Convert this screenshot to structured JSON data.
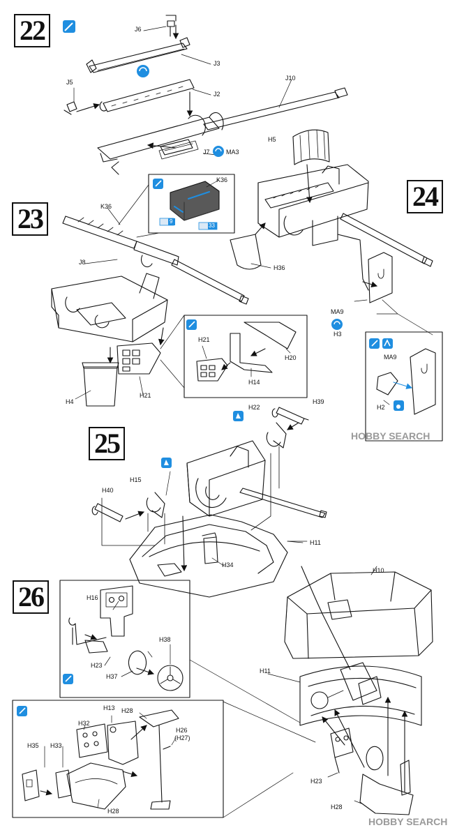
{
  "steps": {
    "s22": "22",
    "s23": "23",
    "s24": "24",
    "s25": "25",
    "s26": "26"
  },
  "labels": {
    "J6": "J6",
    "J3": "J3",
    "J5": "J5",
    "J2": "J2",
    "J10": "J10",
    "J7": "J7",
    "MA3": "MA3",
    "H5": "H5",
    "K36a": "K36",
    "K36b": "K36",
    "J8": "J8",
    "H36": "H36",
    "MA9a": "MA9",
    "H3": "H3",
    "MA9b": "MA9",
    "H2": "H2",
    "H21a": "H21",
    "H20": "H20",
    "H14": "H14",
    "H21b": "H21",
    "H4": "H4",
    "H22": "H22",
    "H39": "H39",
    "H15": "H15",
    "H40": "H40",
    "H34": "H34",
    "H11a": "H11",
    "H16": "H16",
    "H23a": "H23",
    "H38": "H38",
    "H37": "H37",
    "H10": "H10",
    "H11b": "H11",
    "H23b": "H23",
    "H13": "H13",
    "H28a": "H28",
    "H32": "H32",
    "H26": "H26",
    "H27": "(H27)",
    "H35": "H35",
    "H33": "H33",
    "H28b": "H28",
    "H28c": "H28"
  },
  "paint_refs": {
    "h9": "9",
    "h33": "33"
  },
  "icon_colors": {
    "accent": "#1f8ee0",
    "line": "#111111"
  },
  "watermarks": {
    "top": "HOBBY SEARCH",
    "bottom": "HOBBY SEARCH"
  }
}
